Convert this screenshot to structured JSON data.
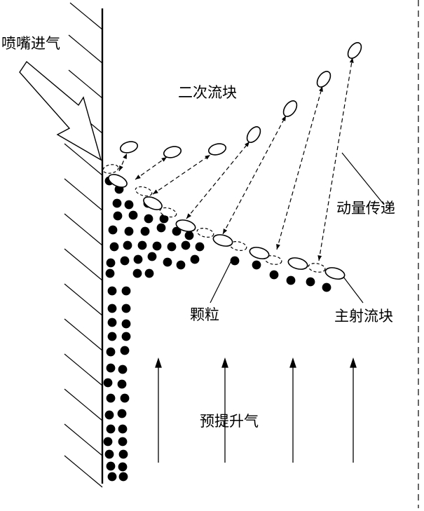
{
  "labels": {
    "nozzle_inlet": "喷嘴进气",
    "secondary_jet": "二次流块",
    "momentum_transfer": "动量传递",
    "particles": "颗粒",
    "main_jet": "主射流块",
    "pre_lift_gas": "预提升气"
  },
  "colors": {
    "ink": "#000000",
    "background": "#ffffff"
  }
}
